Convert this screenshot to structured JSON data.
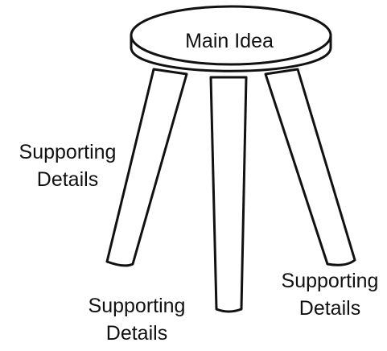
{
  "diagram": {
    "seat": {
      "label": "Main Idea"
    },
    "legs": [
      {
        "line1": "Supporting",
        "line2": "Details"
      },
      {
        "line1": "Supporting",
        "line2": "Details"
      },
      {
        "line1": "Supporting",
        "line2": "Details"
      }
    ]
  },
  "colors": {
    "stroke": "#111111",
    "fill": "#ffffff"
  }
}
